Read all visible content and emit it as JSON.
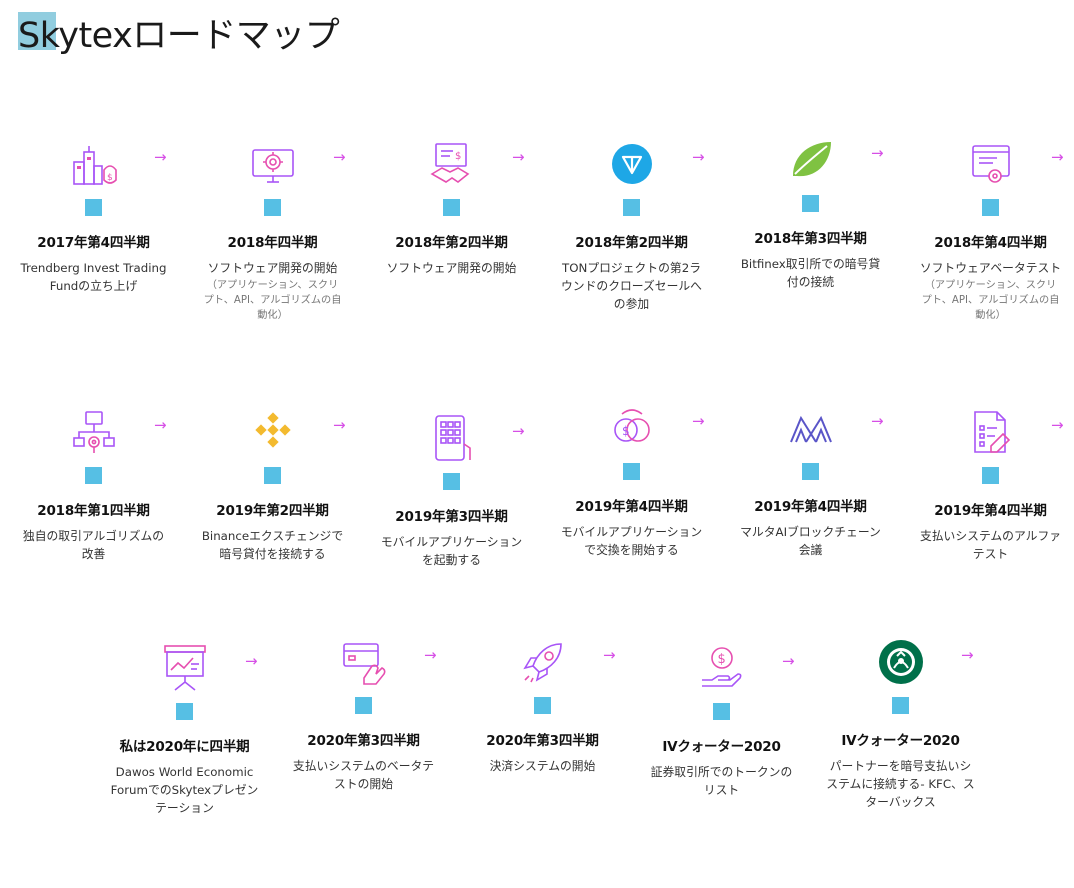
{
  "page": {
    "title": "Skytexロードマップ"
  },
  "arrow_glyph": "→",
  "colors": {
    "accent_blue": "#56bfe4",
    "arrow_pink": "#d64fe6",
    "icon_purple": "#a855f7",
    "icon_pink": "#e64fb0"
  },
  "rows": [
    [
      {
        "icon": "city-investment-icon",
        "period": "2017年第4四半期",
        "desc": "Trendberg Invest Trading Fundの立ち上げ",
        "sub": ""
      },
      {
        "icon": "monitor-gear-icon",
        "period": "2018年四半期",
        "desc": "ソフトウェア開発の開始",
        "sub": "（アプリケーション、スクリプト、API、アルゴリズムの自動化）"
      },
      {
        "icon": "handshake-contract-icon",
        "period": "2018年第2四半期",
        "desc": "ソフトウェア開発の開始",
        "sub": ""
      },
      {
        "icon": "ton-logo-icon",
        "period": "2018年第2四半期",
        "desc": "TONプロジェクトの第2ラウンドのクローズセールへの参加",
        "sub": ""
      },
      {
        "icon": "bitfinex-leaf-icon",
        "period": "2018年第3四半期",
        "desc": "Bitfinex取引所での暗号貸付の接続",
        "sub": ""
      },
      {
        "icon": "code-window-gear-icon",
        "period": "2018年第4四半期",
        "desc": "ソフトウェアベータテスト",
        "sub": "（アプリケーション、スクリプト、API、アルゴリズムの自動化）"
      }
    ],
    [
      {
        "icon": "algorithm-flow-icon",
        "period": "2018年第1四半期",
        "desc": "独自の取引アルゴリズムの改善",
        "sub": ""
      },
      {
        "icon": "binance-logo-icon",
        "period": "2019年第2四半期",
        "desc": "Binanceエクスチェンジで暗号貸付を接続する",
        "sub": ""
      },
      {
        "icon": "mobile-app-icon",
        "period": "2019年第3四半期",
        "desc": "モバイルアプリケーションを起動する",
        "sub": ""
      },
      {
        "icon": "coin-exchange-icon",
        "period": "2019年第4四半期",
        "desc": "モバイルアプリケーションで交換を開始する",
        "sub": ""
      },
      {
        "icon": "malta-blockchain-logo-icon",
        "period": "2019年第4四半期",
        "desc": "マルタAIブロックチェーン会議",
        "sub": ""
      },
      {
        "icon": "checklist-pen-icon",
        "period": "2019年第4四半期",
        "desc": "支払いシステムのアルファテスト",
        "sub": ""
      }
    ],
    [
      {
        "icon": "presentation-board-icon",
        "period": "私は2020年に四半期",
        "desc": "Dawos World Economic ForumでのSkytexプレゼンテーション",
        "sub": ""
      },
      {
        "icon": "payment-card-hand-icon",
        "period": "2020年第3四半期",
        "desc": "支払いシステムのベータテストの開始",
        "sub": ""
      },
      {
        "icon": "rocket-icon",
        "period": "2020年第3四半期",
        "desc": "決済システムの開始",
        "sub": ""
      },
      {
        "icon": "coin-hand-icon",
        "period": "IVクォーター2020",
        "desc": "証券取引所でのトークンのリスト",
        "sub": ""
      },
      {
        "icon": "starbucks-logo-icon",
        "period": "IVクォーター2020",
        "desc": "パートナーを暗号支払いシステムに接続する- KFC、スターバックス",
        "sub": ""
      }
    ]
  ]
}
